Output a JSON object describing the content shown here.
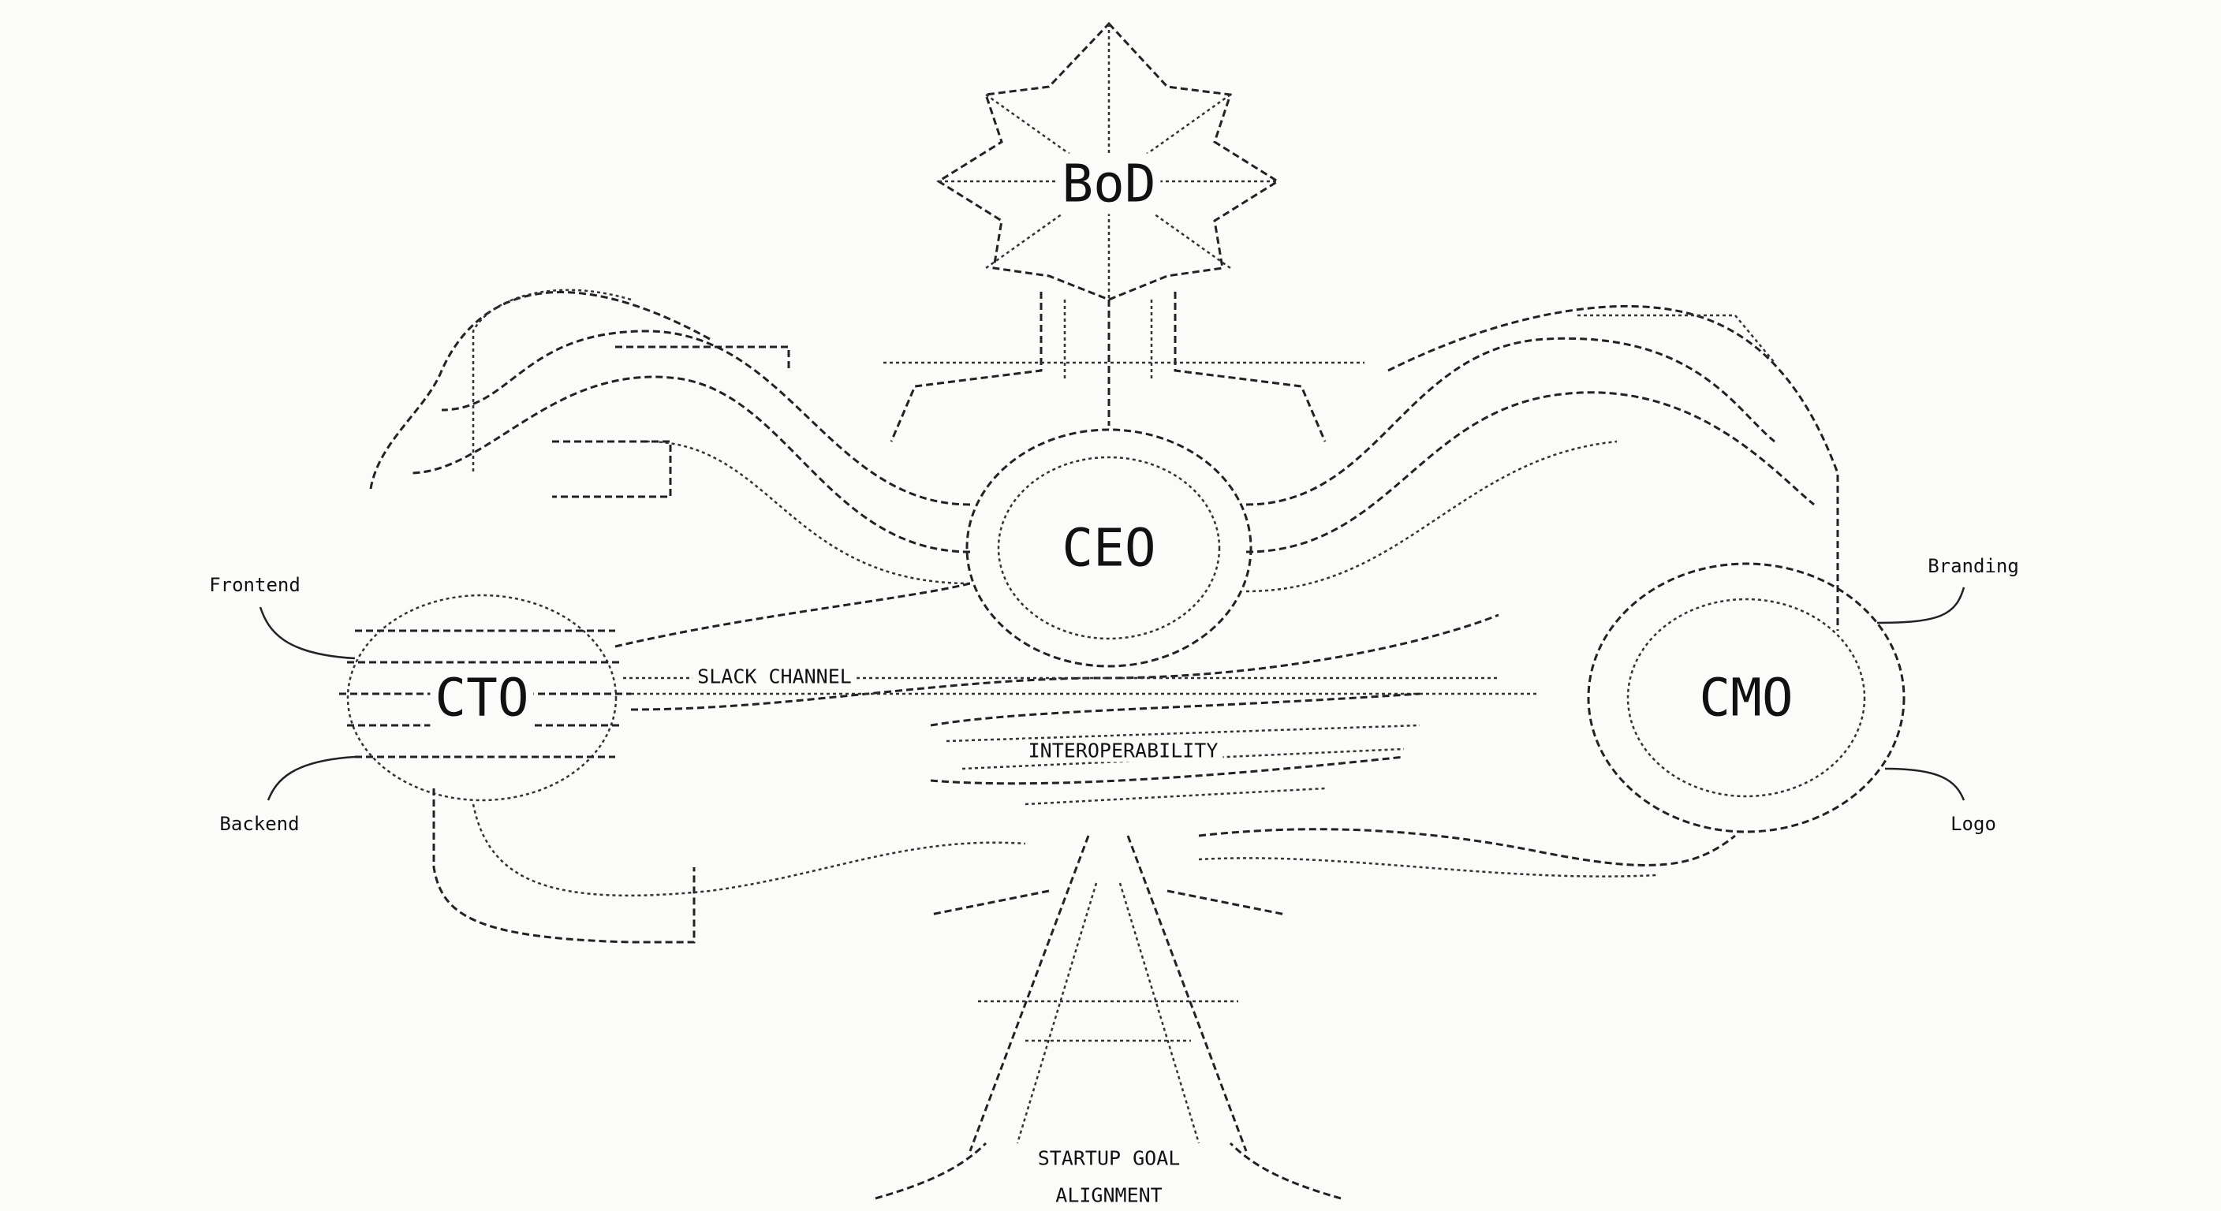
{
  "nodes": {
    "bod": "BoD",
    "ceo": "CEO",
    "cto": "CTO",
    "cmo": "CMO"
  },
  "connectors": {
    "slack": "SLACK CHANNEL",
    "interop": "INTEROPERABILITY"
  },
  "base": {
    "line1": "STARTUP GOAL",
    "line2": "ALIGNMENT"
  },
  "branches": {
    "frontend": "Frontend",
    "backend": "Backend",
    "branding": "Branding",
    "logo": "Logo"
  },
  "colors": {
    "ink": "#111111",
    "background": "#fbfbf9"
  }
}
